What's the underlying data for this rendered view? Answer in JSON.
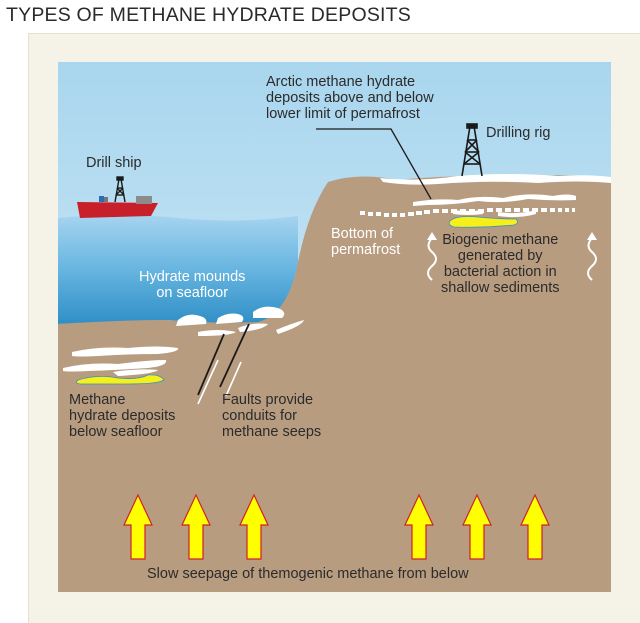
{
  "title": "TYPES OF METHANE HYDRATE DEPOSITS",
  "colors": {
    "sky_top": "#a9d6ee",
    "sky_bottom": "#d6ecf8",
    "water_top": "#9fd0ee",
    "water_bottom": "#3d9ccf",
    "sediment": "#b89c80",
    "hydrate": "#ffffff",
    "gas_pocket": "#f5ef1a",
    "arrow_fill": "#ffff00",
    "arrow_stroke": "#d0202a",
    "ship_hull": "#c8202a",
    "card_bg": "#f5f2e8"
  },
  "labels": {
    "arctic": "Arctic methane hydrate\ndeposits above and below\nlower limit of permafrost",
    "drilling_rig": "Drilling rig",
    "drill_ship": "Drill ship",
    "bottom_permafrost": "Bottom of\npermafrost",
    "biogenic": "Biogenic methane\ngenerated by\nbacterial action in\nshallow sediments",
    "hydrate_mounds": "Hydrate mounds\non seafloor",
    "methane_deposits": "Methane\nhydrate deposits\nbelow seafloor",
    "faults": "Faults provide\nconduits for\nmethane seeps",
    "seepage": "Slow seepage of themogenic methane from below"
  },
  "icons": {
    "drilling_rig": "derrick-icon",
    "drill_ship": "ship-icon",
    "seep_arrows": "up-arrow-icon",
    "biogenic_arrows": "wavy-up-arrow-icon"
  },
  "arrow_count": 6
}
